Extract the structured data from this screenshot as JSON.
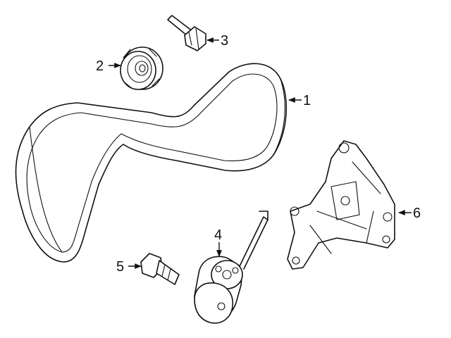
{
  "callouts": [
    {
      "id": "1",
      "label": "1",
      "part": "belt"
    },
    {
      "id": "2",
      "label": "2",
      "part": "idler-pulley"
    },
    {
      "id": "3",
      "label": "3",
      "part": "pulley-bolt"
    },
    {
      "id": "4",
      "label": "4",
      "part": "tensioner"
    },
    {
      "id": "5",
      "label": "5",
      "part": "tensioner-bolt"
    },
    {
      "id": "6",
      "label": "6",
      "part": "bracket"
    }
  ],
  "colors": {
    "line": "#111111",
    "background": "#ffffff"
  }
}
